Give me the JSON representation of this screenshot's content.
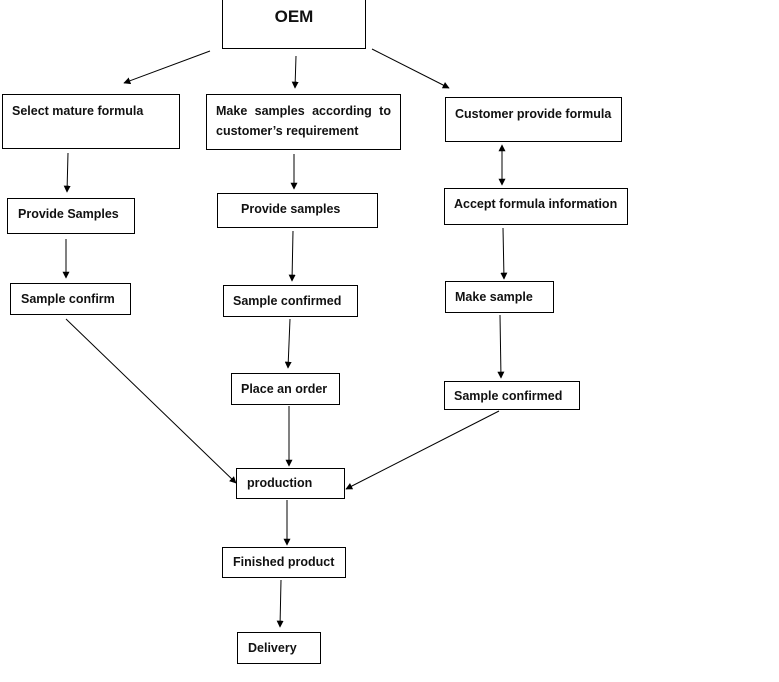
{
  "diagram": {
    "root": {
      "label": "OEM"
    },
    "left_branch": {
      "step1": "Select mature formula",
      "step2": "Provide Samples",
      "step3": "Sample confirm"
    },
    "middle_branch": {
      "step1": "Make samples according to customer’s requirement",
      "step2": "Provide samples",
      "step3": "Sample confirmed",
      "step4": "Place an order"
    },
    "right_branch": {
      "step1": "Customer provide formula",
      "step2": "Accept formula information",
      "step3": "Make sample",
      "step4": "Sample confirmed"
    },
    "common": {
      "production": "production",
      "finished": "Finished product",
      "delivery": "Delivery"
    },
    "colors": {
      "stroke": "#000000",
      "text": "#111111",
      "background": "#ffffff"
    }
  }
}
